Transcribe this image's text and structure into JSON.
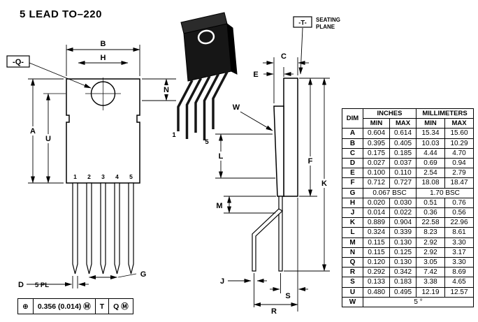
{
  "title": "5 LEAD TO–220",
  "front_view": {
    "datum_q": "-Q-",
    "dim_b": "B",
    "dim_h": "H",
    "dim_n": "N",
    "dim_a": "A",
    "dim_u": "U",
    "dim_g": "G",
    "dim_d": "D",
    "d_qty_note": "5 PL",
    "pins": [
      "1",
      "2",
      "3",
      "4",
      "5"
    ],
    "tolerance_frame": {
      "position_symbol": "⊕",
      "tolerance": "0.356 (0.014) Ⓜ",
      "primary_datum": "T",
      "secondary_datum": "Q Ⓜ"
    }
  },
  "perspective_view": {
    "pin1": "1",
    "pin5": "5"
  },
  "side_view": {
    "datum_t": "-T-",
    "seating_plane_line1": "SEATING",
    "seating_plane_line2": "PLANE",
    "dim_c": "C",
    "dim_e": "E",
    "dim_w": "W",
    "dim_l": "L",
    "dim_m": "M",
    "dim_f": "F",
    "dim_k": "K",
    "dim_j": "J",
    "dim_s": "S",
    "dim_r": "R"
  },
  "table": {
    "col_dim": "DIM",
    "group_inches": "INCHES",
    "group_mm": "MILLIMETERS",
    "min": "MIN",
    "max": "MAX",
    "rows": [
      {
        "dim": "A",
        "in_min": "0.604",
        "in_max": "0.614",
        "mm_min": "15.34",
        "mm_max": "15.60"
      },
      {
        "dim": "B",
        "in_min": "0.395",
        "in_max": "0.405",
        "mm_min": "10.03",
        "mm_max": "10.29"
      },
      {
        "dim": "C",
        "in_min": "0.175",
        "in_max": "0.185",
        "mm_min": "4.44",
        "mm_max": "4.70"
      },
      {
        "dim": "D",
        "in_min": "0.027",
        "in_max": "0.037",
        "mm_min": "0.69",
        "mm_max": "0.94"
      },
      {
        "dim": "E",
        "in_min": "0.100",
        "in_max": "0.110",
        "mm_min": "2.54",
        "mm_max": "2.79"
      },
      {
        "dim": "F",
        "in_min": "0.712",
        "in_max": "0.727",
        "mm_min": "18.08",
        "mm_max": "18.47"
      },
      {
        "dim": "G",
        "span_in": "0.067 BSC",
        "span_mm": "1.70 BSC"
      },
      {
        "dim": "H",
        "in_min": "0.020",
        "in_max": "0.030",
        "mm_min": "0.51",
        "mm_max": "0.76"
      },
      {
        "dim": "J",
        "in_min": "0.014",
        "in_max": "0.022",
        "mm_min": "0.36",
        "mm_max": "0.56"
      },
      {
        "dim": "K",
        "in_min": "0.889",
        "in_max": "0.904",
        "mm_min": "22.58",
        "mm_max": "22.96"
      },
      {
        "dim": "L",
        "in_min": "0.324",
        "in_max": "0.339",
        "mm_min": "8.23",
        "mm_max": "8.61"
      },
      {
        "dim": "M",
        "in_min": "0.115",
        "in_max": "0.130",
        "mm_min": "2.92",
        "mm_max": "3.30"
      },
      {
        "dim": "N",
        "in_min": "0.115",
        "in_max": "0.125",
        "mm_min": "2.92",
        "mm_max": "3.17"
      },
      {
        "dim": "Q",
        "in_min": "0.120",
        "in_max": "0.130",
        "mm_min": "3.05",
        "mm_max": "3.30"
      },
      {
        "dim": "R",
        "in_min": "0.292",
        "in_max": "0.342",
        "mm_min": "7.42",
        "mm_max": "8.69"
      },
      {
        "dim": "S",
        "in_min": "0.133",
        "in_max": "0.183",
        "mm_min": "3.38",
        "mm_max": "4.65"
      },
      {
        "dim": "U",
        "in_min": "0.480",
        "in_max": "0.495",
        "mm_min": "12.19",
        "mm_max": "12.57"
      },
      {
        "dim": "W",
        "span_all": "5 °"
      }
    ]
  }
}
